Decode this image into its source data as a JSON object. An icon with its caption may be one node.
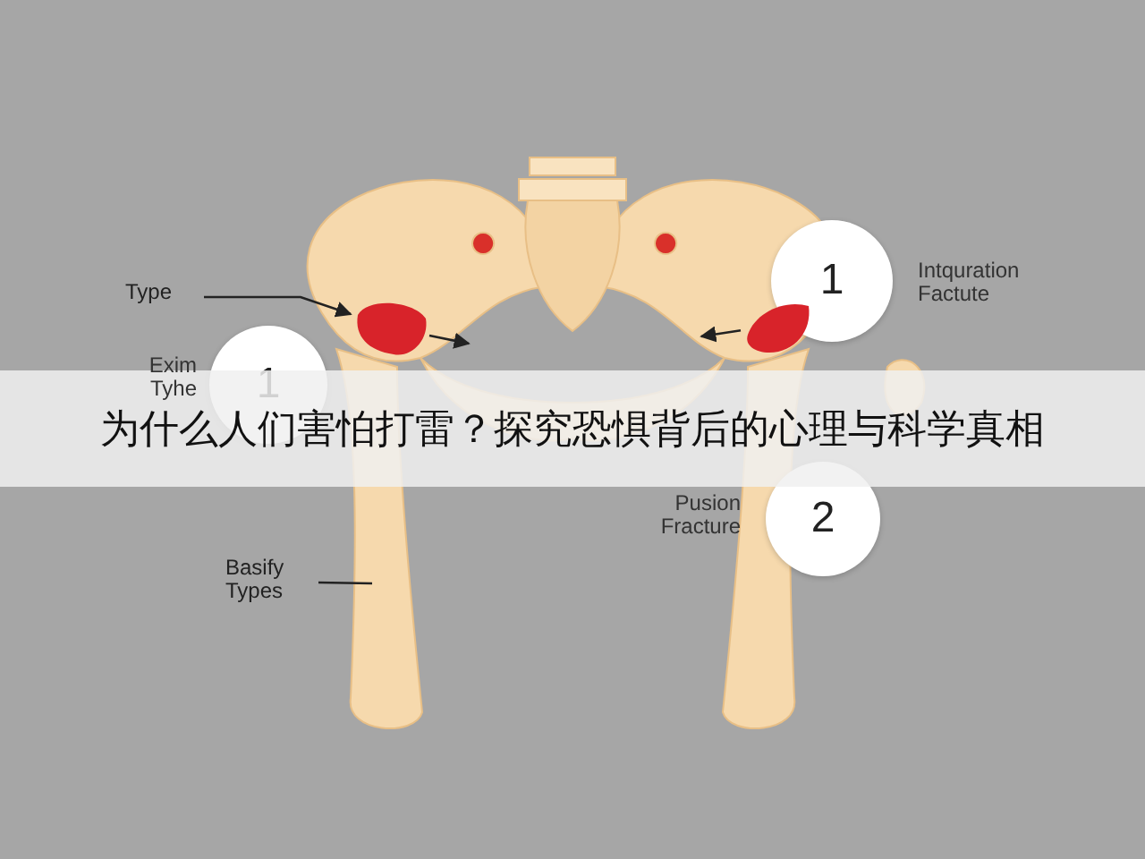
{
  "diagram": {
    "title": "为什么人们害怕打雷？探究恐惧背后的心理与科学真相",
    "nodes": [
      {
        "text": [
          "Type"
        ]
      },
      {
        "text": [],
        "shape": "box"
      },
      {
        "text": [
          "1"
        ],
        "beside": [
          "Exim Tyhe"
        ]
      },
      {
        "text": [
          "1"
        ],
        "beside": [
          "Intquration Factute"
        ]
      },
      {
        "text": [],
        "shape": "box"
      },
      {
        "text": [
          "2"
        ],
        "beside": [
          "Pusion Fracture"
        ]
      },
      {
        "text": [
          "Basify Types"
        ]
      }
    ],
    "edges": [
      {
        "from": 0,
        "to": 1,
        "arrow": "to"
      },
      {
        "from": 1,
        "to": null,
        "arrow": "to"
      },
      {
        "from": 4,
        "to": null,
        "arrow": "to"
      },
      {
        "from": 6,
        "to": null,
        "arrow": "none"
      }
    ]
  }
}
